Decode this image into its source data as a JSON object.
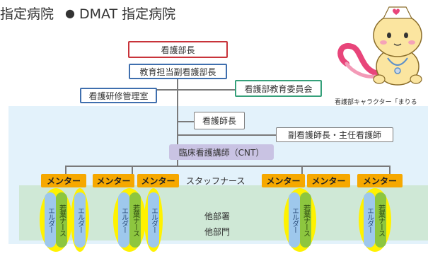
{
  "header": {
    "left_text": "指定病院",
    "bullet": "●",
    "dmat_text": "DMAT 指定病院"
  },
  "org": {
    "director": "看護部長",
    "deputy": "教育担当副看護部長",
    "training_office": "看護研修管理室",
    "committee": "看護部教育委員会",
    "head_nurse": "看護師長",
    "assistant": "副看護師長・主任看護師",
    "cnt": "臨床看護講師（CNT）",
    "staff_nurse": "スタッフナース",
    "other_dept_1": "他部署",
    "other_dept_2": "他部門"
  },
  "mentor_label": "メンター",
  "elder_label": "エルダー",
  "young_label": "若葉ナース",
  "character_caption": "看護部キャラクター「まりる",
  "colors": {
    "director_border": "#c8333a",
    "blue_border": "#3f6fae",
    "green_border": "#35a07a",
    "cnt_fill": "#c9c3e3",
    "mentor_fill": "#f6a800",
    "light_blue_bg": "#e3f2fb",
    "green_bg": "#cfe8d6",
    "yellow": "#fff200",
    "character_pink": "#e8457a"
  }
}
